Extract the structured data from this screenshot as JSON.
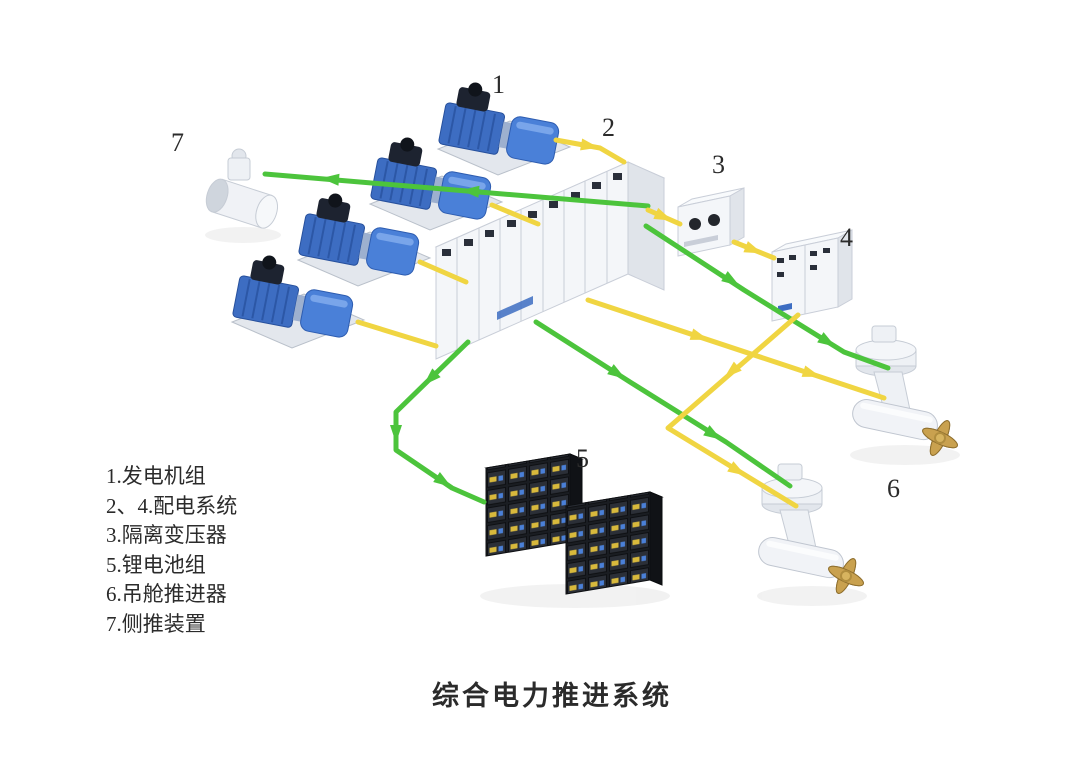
{
  "title": "综合电力推进系统",
  "component_labels": {
    "generator": "1",
    "main_switchboard": "2",
    "isolation_transformer": "3",
    "distribution_cabinet": "4",
    "battery_pack": "5",
    "pod_thruster": "6",
    "bow_thruster": "7"
  },
  "legend": {
    "items": [
      "1.发电机组",
      "2、4.配电系统",
      "3.隔离变压器",
      "5.锂电池组",
      "6.吊舱推进器",
      "7.侧推装置"
    ]
  },
  "colors": {
    "cable_yellow": "#f0d542",
    "cable_green": "#4cc43c",
    "engine_blue": "#3d6dc2",
    "alternator_blue": "#4a80d8",
    "cabinet_face": "#f4f6f9",
    "cabinet_edge": "#c9ced8",
    "battery_dark": "#23262c",
    "propeller_gold": "#c9a14f",
    "label_text": "#2b2b2b"
  }
}
